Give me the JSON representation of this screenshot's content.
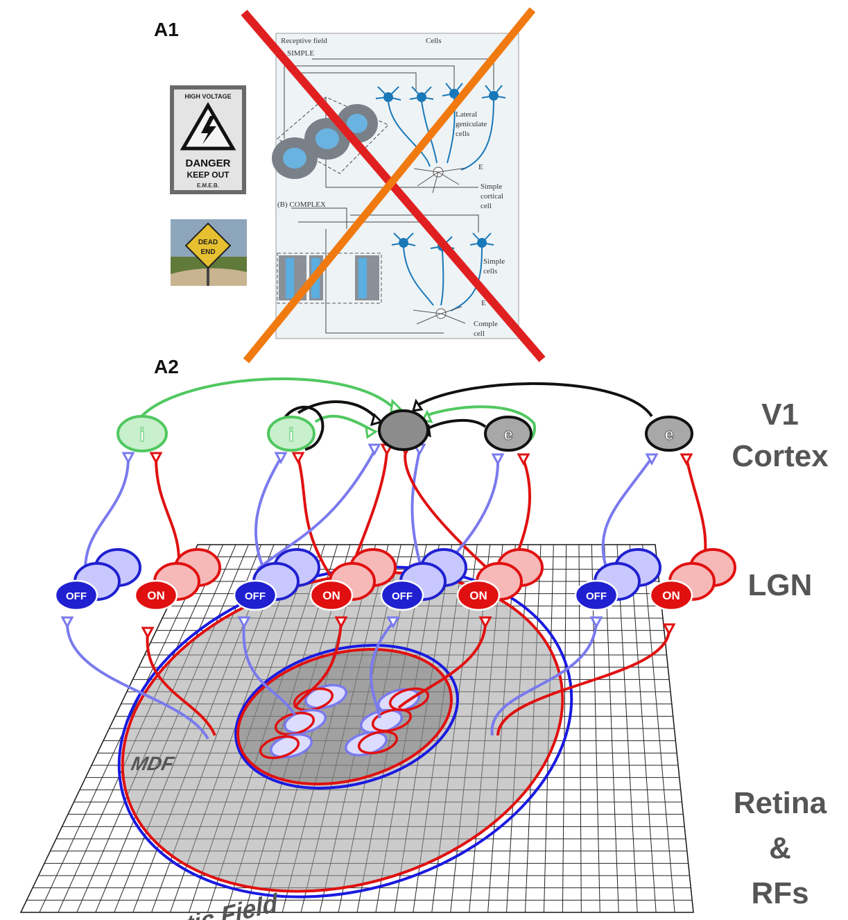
{
  "panels": {
    "a1": "A1",
    "a2": "A2"
  },
  "levels": {
    "v1_line1": "V1",
    "v1_line2": "Cortex",
    "lgn": "LGN",
    "retina_line1": "Retina",
    "retina_line2": "&",
    "retina_line3": "RFs"
  },
  "a1_figure": {
    "receptive_field": "Receptive field",
    "cells": "Cells",
    "simple": "SIMPLE",
    "lateral1": "Lateral",
    "lateral2": "geniculate",
    "lateral3": "cells",
    "e_label": "E",
    "simple_cortical1": "Simple",
    "simple_cortical2": "cortical",
    "simple_cortical3": "cell",
    "complex": "(B)  COMPLEX",
    "simple_cells1": "Simple",
    "simple_cells2": "cells",
    "complex_cell1": "Comple",
    "complex_cell2": "cell"
  },
  "signs": {
    "hv_top": "HIGH VOLTAGE",
    "danger": "DANGER",
    "keep_out": "KEEP OUT",
    "emeb": "E.M.E.B.",
    "dead": "DEAD",
    "end": "END"
  },
  "v1_cells": {
    "i1": "i",
    "i2": "i",
    "e1": "e",
    "e2": "e"
  },
  "lgn_cells": {
    "off1": "OFF",
    "on1": "ON",
    "off2": "OFF",
    "on2": "ON",
    "off3": "OFF",
    "on3": "ON",
    "off4": "OFF",
    "on4": "ON"
  },
  "retina": {
    "mdf": "MDF",
    "synaptic_field": "Synaptic Field"
  },
  "colors": {
    "off": "#2020d0",
    "off_fill": "#c8c8ff",
    "off_axon": "#7a7aee",
    "on": "#e01010",
    "on_fill": "#f7b8b8",
    "inhib": "#50c860",
    "inhib_fill": "#c8f0cc",
    "excit_fill": "#a8a8a8",
    "target_fill": "#8c8c8c",
    "neuron_blue": "#1878b8",
    "figure_bg": "#eef3f6",
    "cross_red": "#e02020",
    "cross_orange": "#f07a10"
  }
}
